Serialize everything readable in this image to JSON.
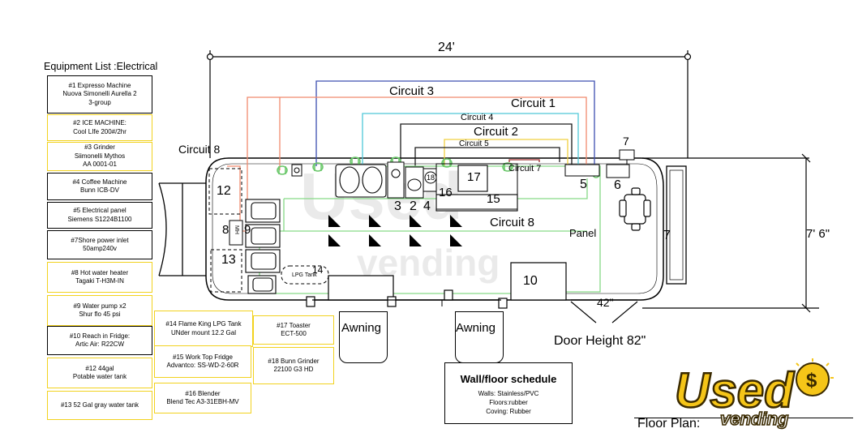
{
  "equipment_list": {
    "title": "Equipment List :Electrical",
    "items": [
      {
        "lines": [
          "#1 Expresso Machine",
          "Nuova Simonelli Aurella 2",
          "3-group"
        ]
      },
      {
        "lines": [
          "#2 ICE MACHINE:",
          "Cool LIfe 200#/2hr"
        ]
      },
      {
        "lines": [
          "#3 Grinder",
          "Siimonelli Mythos",
          "AA 0001-01"
        ]
      },
      {
        "lines": [
          "#4 Coffee Machine",
          "Bunn ICB-DV"
        ]
      },
      {
        "lines": [
          "#5 Electrical panel",
          "Siemens S1224B1100"
        ]
      },
      {
        "lines": [
          "#7Shore power inlet",
          "50amp240v"
        ]
      },
      {
        "lines": [
          "#8 Hot water heater",
          "Tagaki T-H3M-IN"
        ]
      },
      {
        "lines": [
          "#9 Water pump  x2",
          "Shur flo   45 psi"
        ]
      },
      {
        "lines": [
          "#10 Reach in Fridge:",
          "Artic Air: R22CW"
        ]
      },
      {
        "lines": [
          "#12 44gal",
          "Potable water tank"
        ]
      },
      {
        "lines": [
          "#13 52 Gal gray water tank"
        ]
      },
      {
        "lines": [
          "#14 Flame King LPG  Tank",
          "UNder mount 12.2 Gal"
        ]
      },
      {
        "lines": [
          "#15 Work Top Fridge",
          "Advantco: SS-WD-2-60R"
        ]
      },
      {
        "lines": [
          "#16 Blender",
          "Blend Tec A3-31EBH-MV"
        ]
      },
      {
        "lines": [
          "#17 Toaster",
          "ECT-500"
        ]
      },
      {
        "lines": [
          "#18 Bunn Grinder",
          "22100 G3 HD"
        ]
      }
    ]
  },
  "dimensions": {
    "length": "24'",
    "width": "7' 6\"",
    "door_width": "42\"",
    "door_height": "Door Height 82\""
  },
  "circuits": {
    "c1": "Circuit 1",
    "c2": "Circuit 2",
    "c3": "Circuit 3",
    "c4": "Circuit 4",
    "c5": "Circuit 5",
    "c7": "Circuit 7",
    "c8_outside": "Circuit 8",
    "c8_inside": "Circuit 8"
  },
  "circuit_colors": {
    "c1": "#f08a6e",
    "c2": "#1a1a1a",
    "c3": "#3d4fb0",
    "c4": "#4fc8d8",
    "c5": "#f0d040",
    "c7": "#9a2a2a",
    "c8": "#86d986"
  },
  "floor_labels": {
    "n2": "2",
    "n3": "3",
    "n4": "4",
    "n5": "5",
    "n6": "6",
    "n7_top": "7",
    "n7_right": "7",
    "n8": "8",
    "n9": "9",
    "n10": "10",
    "n12": "12",
    "n13": "13",
    "n14": "14",
    "n15": "15",
    "n16": "16",
    "n17": "17",
    "n18": "18",
    "mh": "MH",
    "lpg_tank": "LPG Tank",
    "panel": "Panel",
    "awning": "Awning"
  },
  "schedule": {
    "title": "Wall/floor schedule",
    "walls": "Walls: Stainless/PVC",
    "floors": "Floors:rubber",
    "coving": "Coving: Rubber"
  },
  "floor_plan_label": "Floor Plan:",
  "logo": {
    "text": "Used",
    "subtext": "vending",
    "watermark": "Used vending"
  }
}
